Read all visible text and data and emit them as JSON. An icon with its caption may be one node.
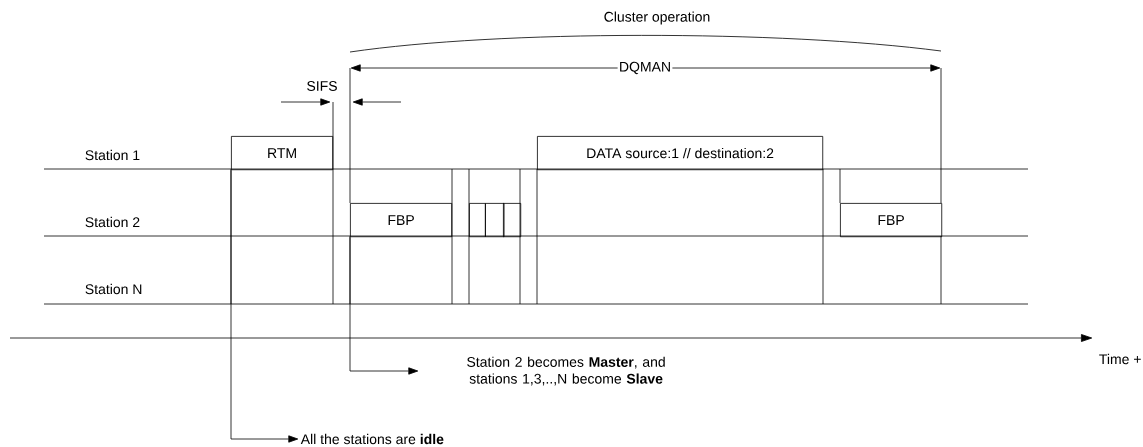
{
  "diagram": {
    "nodes": [
      {
        "text": [
          "RTM"
        ]
      },
      {
        "text": [
          "FBP"
        ]
      },
      {
        "text": [],
        "shape": "box"
      },
      {
        "text": [],
        "shape": "box"
      },
      {
        "text": [],
        "shape": "box"
      },
      {
        "text": [
          "DATA source:1 // destination:2"
        ]
      },
      {
        "text": [
          "FBP"
        ]
      },
      {
        "text": [
          "Station 2 becomes **Master**, and stations 1,3,..,N become **Slave**"
        ]
      },
      {
        "text": [
          "All the stations are **idle**"
        ]
      }
    ],
    "edges": [
      {
        "from": 0,
        "to": 8,
        "arrow": "to"
      },
      {
        "from": 1,
        "to": 7,
        "arrow": "to"
      }
    ],
    "labels": [
      "Cluster operation",
      "SIFS",
      "DQMAN",
      "Station 1",
      "Station 2",
      "Station N",
      "Time +"
    ]
  }
}
